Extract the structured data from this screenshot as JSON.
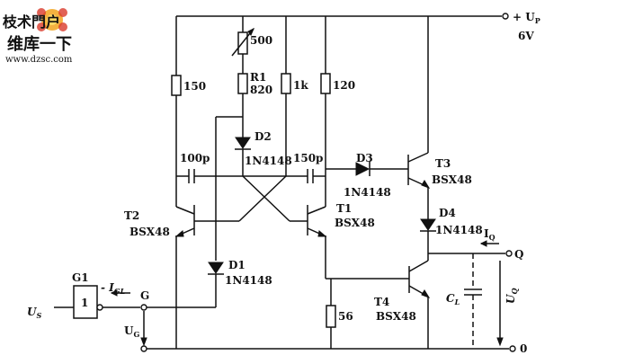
{
  "watermark": {
    "line1": "枝术門户",
    "line2": "维库一下",
    "url": "www.dzsc.com",
    "color_primary": "#d93a2b",
    "color_secondary": "#f2a51f",
    "icon": "flower-mascot-icon"
  },
  "supply": {
    "label": "+ U",
    "sub": "P",
    "voltage": "6V"
  },
  "resistors": {
    "r150": "150",
    "r500": "500",
    "r1_name": "R1",
    "r1_val": "820",
    "r1k": "1k",
    "r120": "120",
    "r56": "56"
  },
  "capacitors": {
    "c100p": "100p",
    "c150p": "150p",
    "cl_name": "C",
    "cl_sub": "L"
  },
  "diodes": {
    "d1": "D1",
    "d2": "D2",
    "d3": "D3",
    "d4": "D4",
    "part": "1N4148"
  },
  "transistors": {
    "t1": "T1",
    "t2": "T2",
    "t3": "T3",
    "t4": "T4",
    "part": "BSX48"
  },
  "gate": {
    "name": "G1",
    "symbol": "1"
  },
  "signals": {
    "us_main": "U",
    "us_sub": "S",
    "igl_prefix": "- I",
    "igl_sub": "GL",
    "g": "G",
    "ug_main": "U",
    "ug_sub": "G",
    "iq_main": "I",
    "iq_sub": "Q",
    "q": "Q",
    "uq_main": "U",
    "uq_sub": "Q",
    "ground": "0"
  }
}
